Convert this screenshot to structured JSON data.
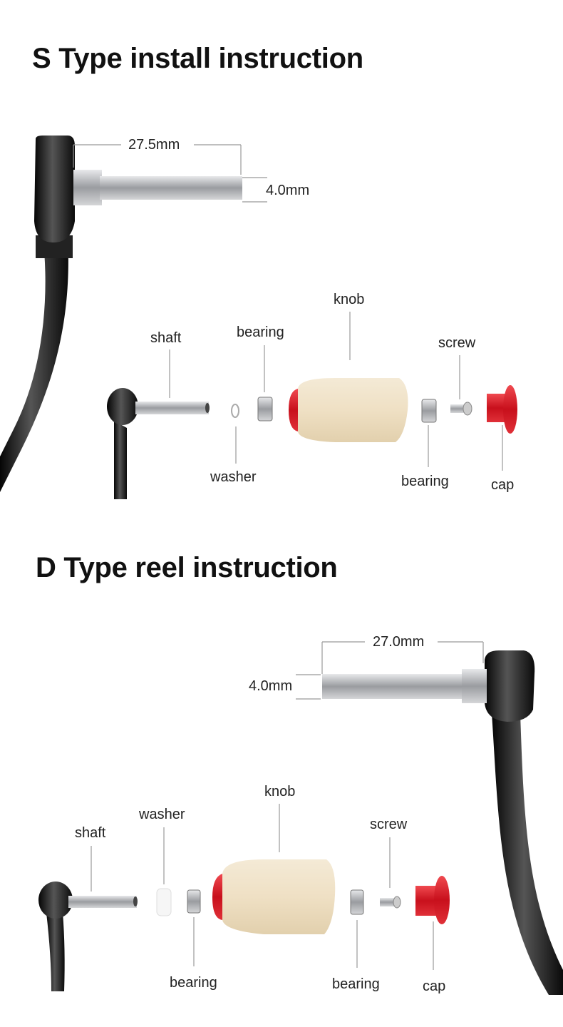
{
  "sections": [
    {
      "title": "S Type install instruction",
      "dimensions": {
        "length": "27.5mm",
        "diameter": "4.0mm"
      },
      "parts": {
        "shaft": "shaft",
        "washer": "washer",
        "bearing1": "bearing",
        "knob": "knob",
        "bearing2": "bearing",
        "screw": "screw",
        "cap": "cap"
      }
    },
    {
      "title": "D Type reel instruction",
      "dimensions": {
        "length": "27.0mm",
        "diameter": "4.0mm"
      },
      "parts": {
        "shaft": "shaft",
        "washer": "washer",
        "bearing1": "bearing",
        "knob": "knob",
        "bearing2": "bearing",
        "screw": "screw",
        "cap": "cap"
      }
    }
  ],
  "colors": {
    "handle": "#1a1a1a",
    "metal": "#b8babd",
    "knob": "#efe2c8",
    "cap": "#d9202a",
    "line": "#999999"
  }
}
